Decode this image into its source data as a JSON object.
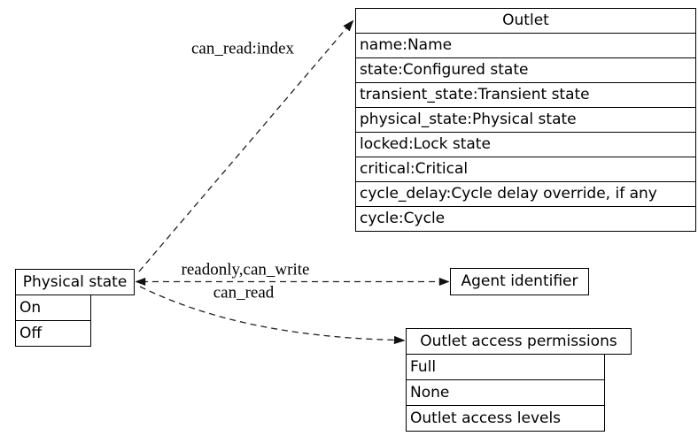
{
  "diagram": {
    "background_color": "#ffffff",
    "line_color": "#222222",
    "text_color": "#000000",
    "nodes": {
      "outlet": {
        "title": "Outlet",
        "rows": [
          "name:Name",
          "state:Configured state",
          "transient_state:Transient state",
          "physical_state:Physical state",
          "locked:Lock state",
          "critical:Critical",
          "cycle_delay:Cycle delay override, if any",
          "cycle:Cycle"
        ]
      },
      "physical_state": {
        "title": "Physical state",
        "rows": [
          "On",
          "Off"
        ]
      },
      "agent_identifier": {
        "title": "Agent identifier"
      },
      "outlet_access_permissions": {
        "title": "Outlet access permissions",
        "rows": [
          "Full",
          "None",
          "Outlet access levels"
        ]
      }
    },
    "edges": [
      {
        "label": "can_read:index",
        "from": "physical_state",
        "to": "outlet",
        "style": "dashed"
      },
      {
        "label": "readonly,can_write",
        "from": "physical_state",
        "to": "agent_identifier",
        "style": "dashed",
        "bidirectional": true
      },
      {
        "label": "can_read",
        "from": "physical_state",
        "to": "outlet_access_permissions",
        "style": "dashed"
      }
    ]
  }
}
